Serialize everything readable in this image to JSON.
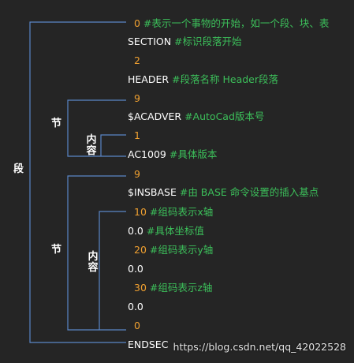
{
  "lines": [
    {
      "code": "0",
      "comment": "#表示一个事物的开始，如一个段、块、表",
      "kind": "group"
    },
    {
      "code": "SECTION",
      "comment": "#标识段落开始",
      "kind": "value"
    },
    {
      "code": "2",
      "comment": "",
      "kind": "group"
    },
    {
      "code": "HEADER",
      "comment": "#段落名称 Header段落",
      "kind": "value"
    },
    {
      "code": "9",
      "comment": "",
      "kind": "group"
    },
    {
      "code": "$ACADVER",
      "comment": "#AutoCad版本号",
      "kind": "value"
    },
    {
      "code": "1",
      "comment": "",
      "kind": "group"
    },
    {
      "code": "AC1009",
      "comment": "#具体版本",
      "kind": "value"
    },
    {
      "code": "9",
      "comment": "",
      "kind": "group"
    },
    {
      "code": "$INSBASE",
      "comment": "#由 BASE 命令设置的插入基点",
      "kind": "value"
    },
    {
      "code": "10",
      "comment": "#组码表示x轴",
      "kind": "group"
    },
    {
      "code": "0.0",
      "comment": "#具体坐标值",
      "kind": "value"
    },
    {
      "code": "20",
      "comment": "#组码表示y轴",
      "kind": "group"
    },
    {
      "code": "0.0",
      "comment": "",
      "kind": "value"
    },
    {
      "code": "30",
      "comment": "#组码表示z轴",
      "kind": "group"
    },
    {
      "code": "0.0",
      "comment": "",
      "kind": "value"
    },
    {
      "code": "0",
      "comment": "",
      "kind": "group"
    },
    {
      "code": "ENDSEC",
      "comment": "",
      "kind": "value"
    }
  ],
  "labels": {
    "segment": "段",
    "section1": "节",
    "content1": "内容",
    "section2": "节",
    "content2": "内容"
  },
  "watermark": "https://blog.csdn.net/qq_42022528",
  "colors": {
    "background": "#252525",
    "code_text": "#ffffff",
    "group_code": "#f0a030",
    "comment": "#3cbf5a",
    "bracket": "#5a86c8"
  }
}
